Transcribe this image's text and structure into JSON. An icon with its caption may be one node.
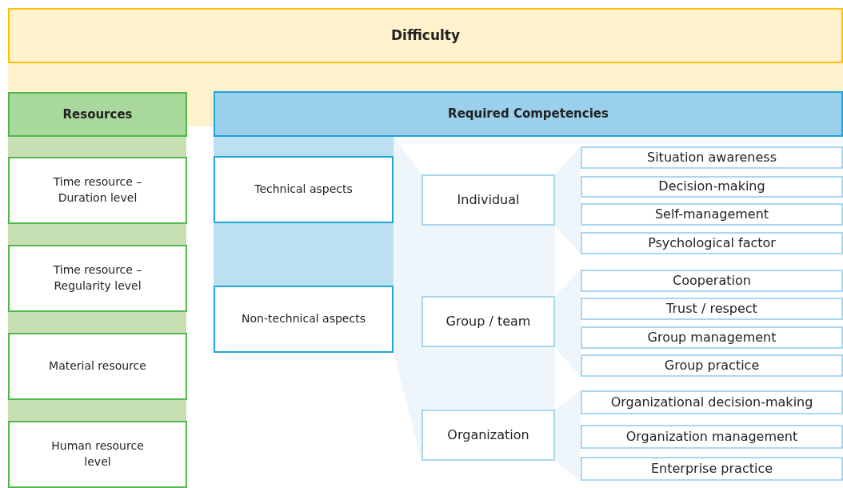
{
  "diagram": {
    "nodes": [
      {
        "text": [
          "Difficulty"
        ]
      },
      {
        "text": [
          "Resources"
        ]
      },
      {
        "text": [
          "Time resource – Duration  level"
        ]
      },
      {
        "text": [
          "Time resource – Regularity level"
        ]
      },
      {
        "text": [
          "Material resource"
        ]
      },
      {
        "text": [
          "Human resource level"
        ]
      },
      {
        "text": [
          "Required Competencies"
        ]
      },
      {
        "text": [
          "Technical aspects"
        ]
      },
      {
        "text": [
          "Non-technical aspects"
        ]
      },
      {
        "text": [
          "Individual"
        ]
      },
      {
        "text": [
          "Group / team"
        ]
      },
      {
        "text": [
          "Organization"
        ]
      },
      {
        "text": [
          "Situation awareness"
        ]
      },
      {
        "text": [
          "Decision-making"
        ]
      },
      {
        "text": [
          "Self-management"
        ]
      },
      {
        "text": [
          "Psychological factor"
        ]
      },
      {
        "text": [
          "Cooperation"
        ]
      },
      {
        "text": [
          "Trust / respect"
        ]
      },
      {
        "text": [
          "Group management"
        ]
      },
      {
        "text": [
          "Group practice"
        ]
      },
      {
        "text": [
          "Organizational decision-making"
        ]
      },
      {
        "text": [
          "Organization management"
        ]
      },
      {
        "text": [
          "Enterprise practice"
        ]
      }
    ]
  }
}
